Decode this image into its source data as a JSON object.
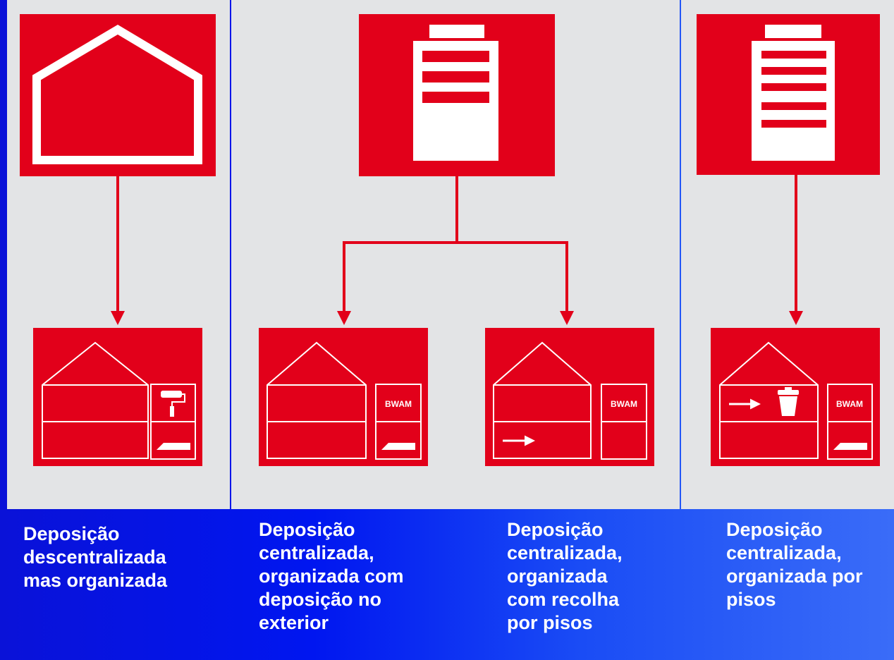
{
  "labels": {
    "bwam": "BWAM"
  },
  "captions": [
    {
      "lines": [
        "Deposição",
        "descentralizada",
        "mas organizada"
      ]
    },
    {
      "lines": [
        "Deposição",
        "centralizada,",
        "organizada com",
        "deposição no",
        "exterior"
      ]
    },
    {
      "lines": [
        "Deposição",
        "centralizada,",
        "organizada",
        "com recolha",
        "por pisos"
      ]
    },
    {
      "lines": [
        "Deposição",
        "centralizada,",
        "organizada por",
        "pisos"
      ]
    }
  ],
  "colors": {
    "red": "#e2001a",
    "panel": "#e3e4e6",
    "background": "#0016f0"
  }
}
